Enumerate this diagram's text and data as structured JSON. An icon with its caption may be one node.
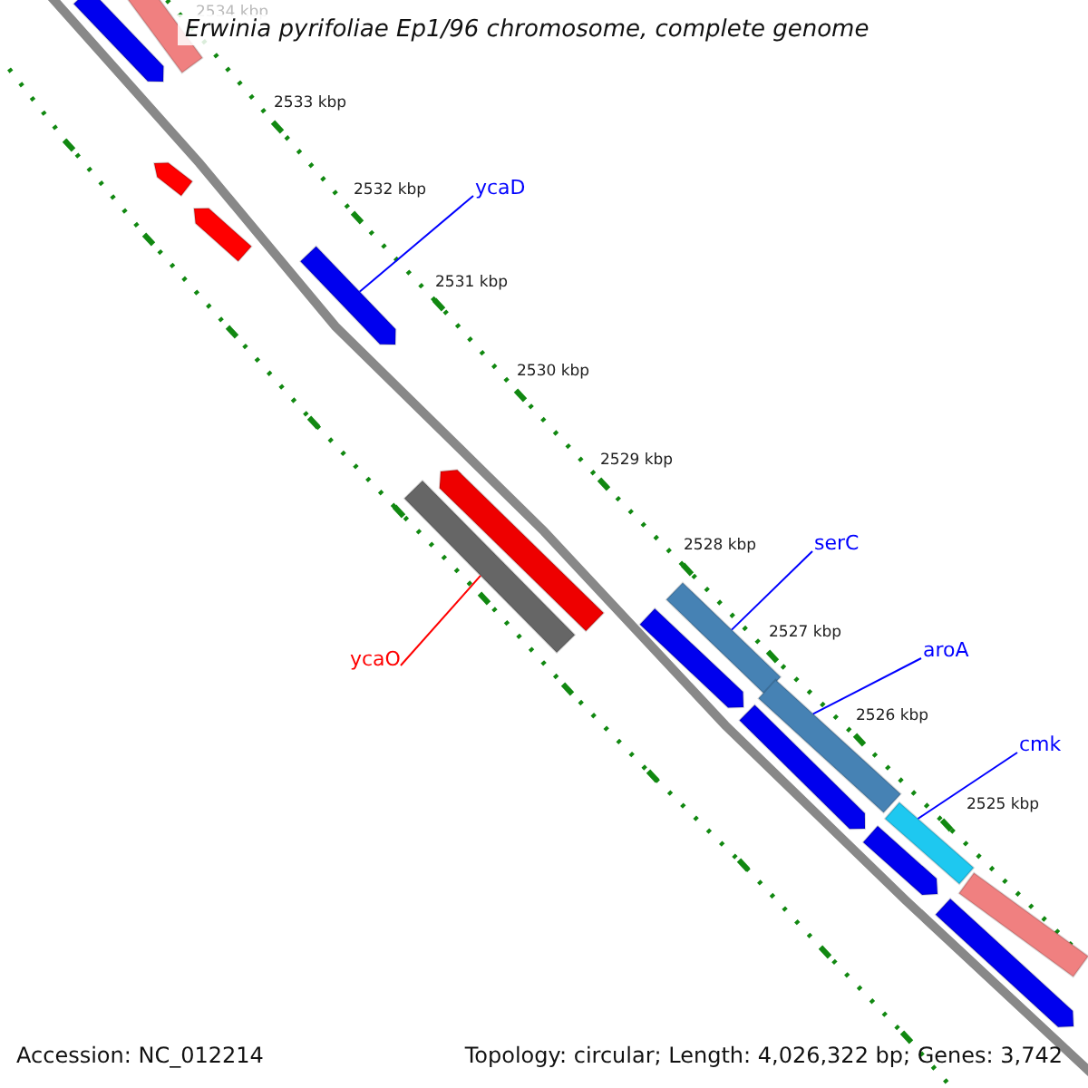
{
  "diagram": {
    "title": "Erwinia pyrifoliae Ep1/96 chromosome, complete genome",
    "nodes": [
      {
        "text": [
          "ycaD"
        ]
      },
      {
        "text": [],
        "shape": "bar"
      },
      {
        "text": [
          "serC"
        ]
      },
      {
        "text": [],
        "shape": "bar"
      },
      {
        "text": [
          "aroA"
        ]
      },
      {
        "text": [],
        "shape": "bar"
      },
      {
        "text": [
          "ycaO"
        ]
      },
      {
        "text": [],
        "shape": "bar"
      },
      {
        "text": [
          "cmk"
        ]
      },
      {
        "text": [],
        "shape": "bar"
      },
      {
        "text": [],
        "shape": "bar"
      },
      {
        "text": [],
        "shape": "bar"
      },
      {
        "text": [],
        "shape": "bar"
      },
      {
        "text": [],
        "shape": "bar"
      },
      {
        "text": [],
        "shape": "bar"
      },
      {
        "text": [],
        "shape": "bar"
      },
      {
        "text": [],
        "shape": "bar"
      },
      {
        "text": [],
        "shape": "bar"
      },
      {
        "text": [],
        "shape": "bar"
      },
      {
        "text": [],
        "shape": "bar"
      }
    ],
    "edges": [
      {
        "from": 0,
        "to": 1,
        "arrow": "none"
      },
      {
        "from": 2,
        "to": 3,
        "arrow": "none"
      },
      {
        "from": 4,
        "to": 5,
        "arrow": "none"
      },
      {
        "from": 6,
        "to": 7,
        "arrow": "none",
        "color": "#ff0000"
      },
      {
        "from": 8,
        "to": 9,
        "arrow": "none"
      }
    ],
    "labels": [
      "2534 kbp",
      "2533 kbp",
      "2532 kbp",
      "2531 kbp",
      "2530 kbp",
      "2529 kbp",
      "2528 kbp",
      "2527 kbp",
      "2526 kbp",
      "2525 kbp",
      "Accession: NC_012214",
      "Topology: circular; Length: 4,026,322 bp; Genes: 3,742"
    ]
  }
}
